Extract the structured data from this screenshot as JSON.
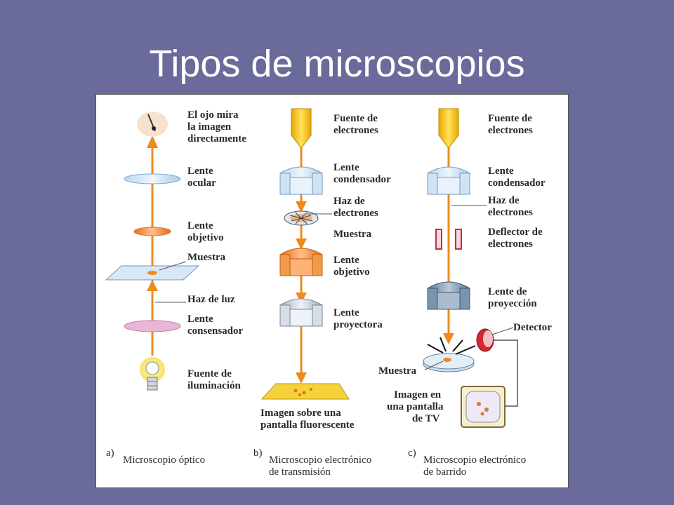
{
  "slide": {
    "title": "Tipos de microscopios"
  },
  "colors": {
    "background": "#6a6a9b",
    "beam": "#f08a1c",
    "panel": "#ffffff"
  },
  "optical": {
    "labels": {
      "eye_1": "El ojo mira",
      "eye_2": "la imagen",
      "eye_3": "directamente",
      "ocular_1": "Lente",
      "ocular_2": "ocular",
      "objective_1": "Lente",
      "objective_2": "objetivo",
      "sample": "Muestra",
      "beam": "Haz de luz",
      "condenser_1": "Lente",
      "condenser_2": "consensador",
      "source_1": "Fuente de",
      "source_2": "iluminación"
    },
    "caption_letter": "a)",
    "caption": "Microscopio óptico"
  },
  "tem": {
    "labels": {
      "source_1": "Fuente de",
      "source_2": "electrones",
      "condenser_1": "Lente",
      "condenser_2": "condensador",
      "beam_1": "Haz de",
      "beam_2": "electrones",
      "sample": "Muestra",
      "objective_1": "Lente",
      "objective_2": "objetivo",
      "projector_1": "Lente",
      "projector_2": "proyectora",
      "screen_1": "Imagen sobre una",
      "screen_2": "pantalla fluorescente"
    },
    "caption_letter": "b)",
    "caption_1": "Microscopio electrónico",
    "caption_2": "de transmisión"
  },
  "sem": {
    "labels": {
      "source_1": "Fuente de",
      "source_2": "electrones",
      "condenser_1": "Lente",
      "condenser_2": "condensador",
      "beam_1": "Haz de",
      "beam_2": "electrones",
      "deflector_1": "Deflector de",
      "deflector_2": "electrones",
      "projection_1": "Lente de",
      "projection_2": "proyección",
      "detector": "Detector",
      "sample": "Muestra",
      "tv_1": "Imagen en",
      "tv_2": "una pantalla",
      "tv_3": "de TV"
    },
    "caption_letter": "c)",
    "caption_1": "Microscopio electrónico",
    "caption_2": "de barrido"
  }
}
